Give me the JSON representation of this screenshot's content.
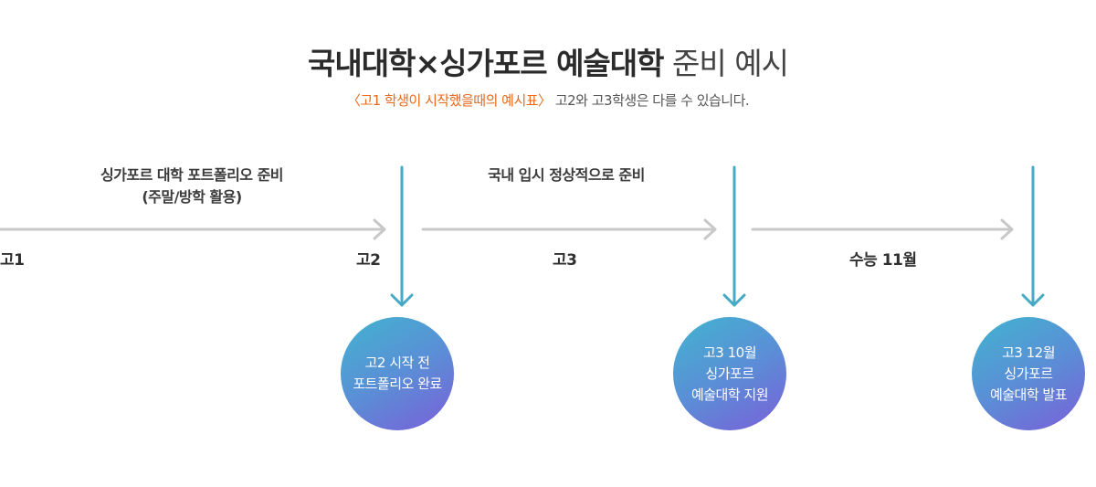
{
  "header": {
    "title_part1": "국내대학",
    "title_cross": "×",
    "title_part2": "싱가포르 예술대학",
    "title_part3": "준비 예시",
    "subtitle_accent": "〈고1 학생이 시작했을때의 예시표〉",
    "subtitle_rest": "고2와 고3학생은 다를 수 있습니다."
  },
  "phases": {
    "portfolio_line1": "싱가포르 대학 포트폴리오 준비",
    "portfolio_line2": "(주말/방학 활용)",
    "domestic": "국내 입시 정상적으로 준비"
  },
  "stages": {
    "g1": "고1",
    "g2": "고2",
    "g3": "고3",
    "csat": "수능 11월"
  },
  "milestones": [
    {
      "line1": "고2 시작 전",
      "line2": "포트폴리오 완료"
    },
    {
      "line1": "고3 10월",
      "line2": "싱가포르",
      "line3": "예술대학 지원"
    },
    {
      "line1": "고3 12월",
      "line2": "싱가포르",
      "line3": "예술대학 발표"
    }
  ],
  "colors": {
    "timeline_gray": "#c8c8c8",
    "marker_teal": "#46a9c6",
    "accent_orange": "#e86a1a"
  }
}
